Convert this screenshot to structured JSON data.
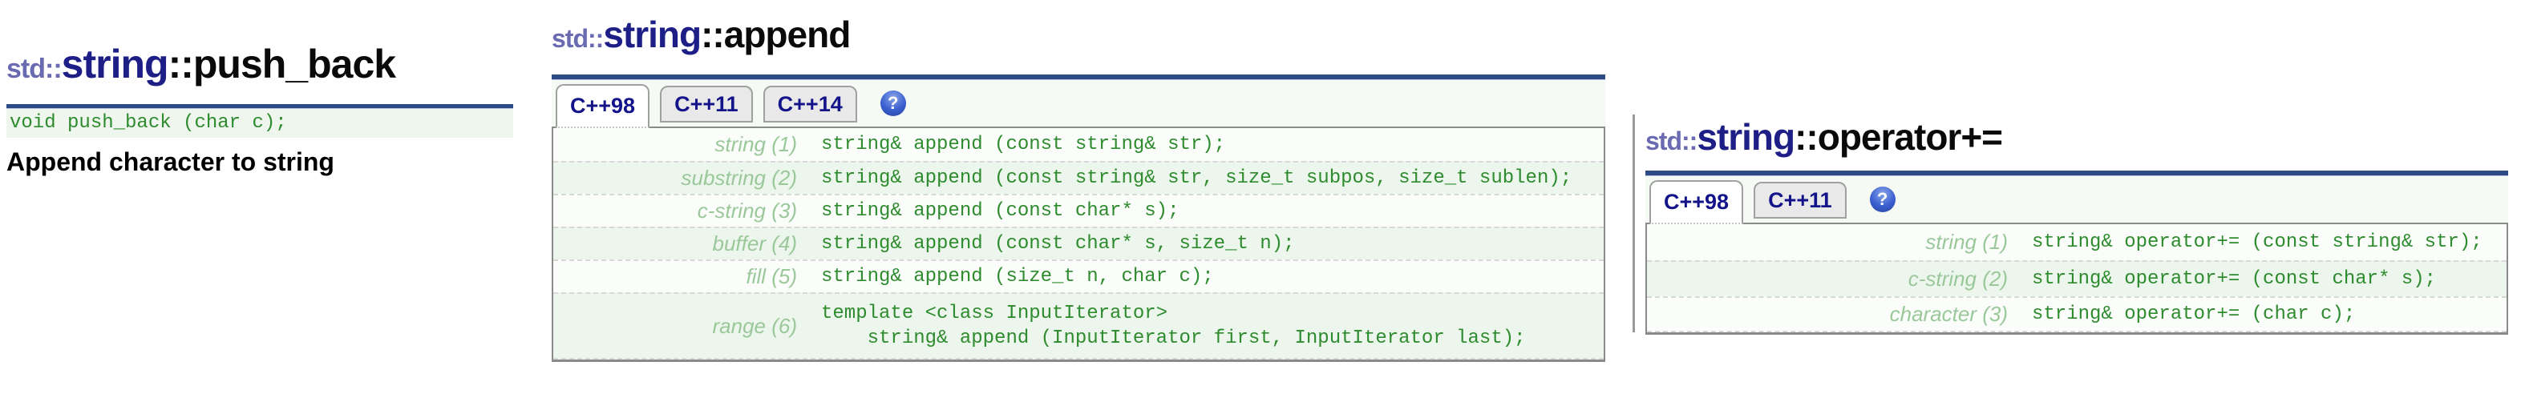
{
  "theme": {
    "accent_navy": "#1e1e87",
    "title_namespace_blue": "#6a6ab2",
    "rule_blue": "#2b4a86",
    "code_green": "#2e8b2e",
    "label_green": "#9bc89b",
    "help_icon_blue": "#3a5fd0"
  },
  "sections": {
    "push_back": {
      "title": {
        "prefix": "std::",
        "class_name": "string",
        "member": "::push_back"
      },
      "declaration": "void push_back (char c);",
      "description": "Append character to string"
    },
    "append": {
      "title": {
        "prefix": "std::",
        "class_name": "string",
        "member": "::append"
      },
      "tabs": [
        {
          "label": "C++98"
        },
        {
          "label": "C++11"
        },
        {
          "label": "C++14"
        }
      ],
      "help_icon": "?",
      "table": {
        "rows": [
          {
            "label": "string (1)",
            "code": "string& append (const string& str);"
          },
          {
            "label": "substring (2)",
            "code": "string& append (const string& str, size_t subpos, size_t sublen);"
          },
          {
            "label": "c-string (3)",
            "code": "string& append (const char* s);"
          },
          {
            "label": "buffer (4)",
            "code": "string& append (const char* s, size_t n);"
          },
          {
            "label": "fill (5)",
            "code": "string& append (size_t n, char c);"
          },
          {
            "label": "range (6)",
            "code": "template <class InputIterator>\n    string& append (InputIterator first, InputIterator last);"
          }
        ]
      }
    },
    "operator_plus_eq": {
      "title": {
        "prefix": "std::",
        "class_name": "string",
        "member": "::operator+="
      },
      "tabs": [
        {
          "label": "C++98"
        },
        {
          "label": "C++11"
        }
      ],
      "help_icon": "?",
      "table": {
        "rows": [
          {
            "label": "string (1)",
            "code": "string& operator+= (const string& str);"
          },
          {
            "label": "c-string (2)",
            "code": "string& operator+= (const char* s);"
          },
          {
            "label": "character (3)",
            "code": "string& operator+= (char c);"
          }
        ]
      }
    }
  }
}
